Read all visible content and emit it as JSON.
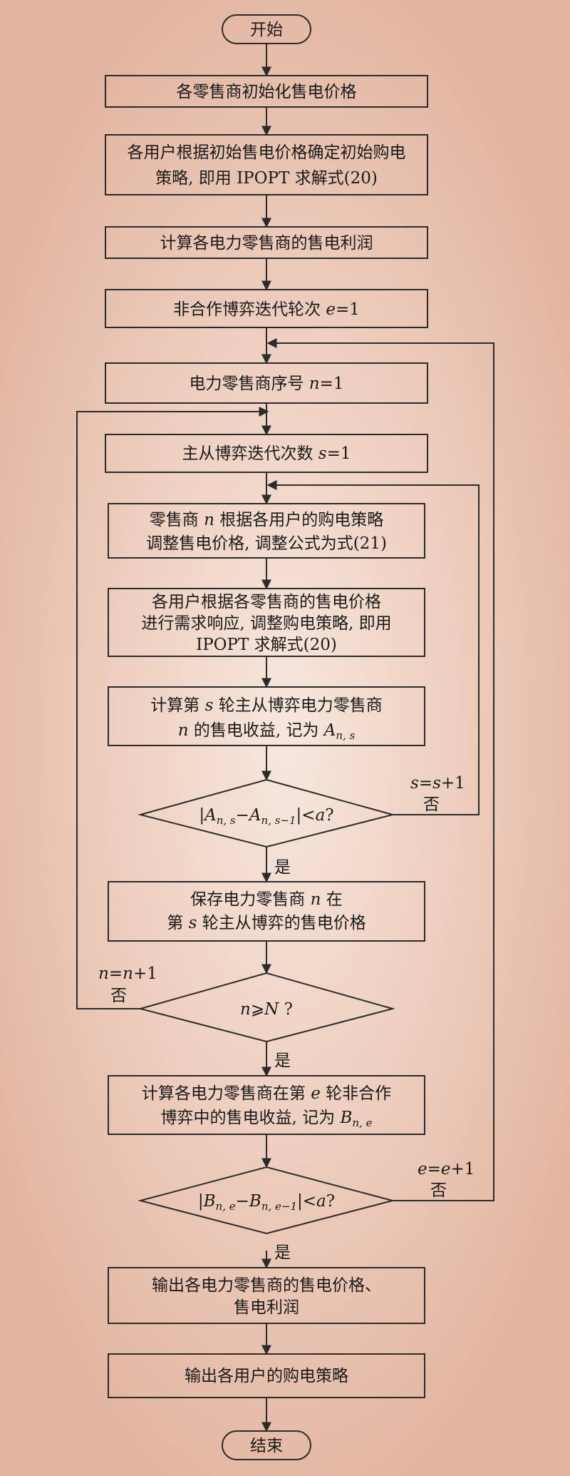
{
  "flowchart": {
    "start": "开始",
    "end": "结束",
    "yes": "是",
    "no": "否",
    "steps": {
      "init_price": "各零售商初始化售电价格",
      "user_initial_1": "各用户根据初始售电价格确定初始购电",
      "user_initial_2a": "策略, 即用 ",
      "user_initial_2b": "IPOPT",
      "user_initial_2c": " 求解式(20)",
      "calc_profit": "计算各电力零售商的售电利润",
      "init_e_a": "非合作博弈迭代轮次 ",
      "init_e_var": "e",
      "init_e_b": "=1",
      "init_n_a": "电力零售商序号 ",
      "init_n_var": "n",
      "init_n_b": "=1",
      "init_s_a": "主从博弈迭代次数 ",
      "init_s_var": "s",
      "init_s_b": "=1",
      "adjust_1a": "零售商 ",
      "adjust_1var": "n",
      "adjust_1b": " 根据各用户的购电策略",
      "adjust_2": "调整售电价格, 调整公式为式(21)",
      "respond_1": "各用户根据各零售商的售电价格",
      "respond_2": "进行需求响应, 调整购电策略, 即用",
      "respond_3": "IPOPT 求解式(20)",
      "revenue_1a": "计算第 ",
      "revenue_1var": "s",
      "revenue_1b": " 轮主从博弈电力零售商",
      "revenue_2var": "n",
      "revenue_2a": " 的售电收益, 记为 ",
      "revenue_2A": "A",
      "revenue_2sub": "n, s",
      "save_1a": "保存电力零售商 ",
      "save_1var": "n",
      "save_1b": " 在",
      "save_2a": "第 ",
      "save_2var": "s",
      "save_2b": " 轮主从博弈的售电价格",
      "noncoop_1a": "计算各电力零售商在第 ",
      "noncoop_1var": "e",
      "noncoop_1b": " 轮非合作",
      "noncoop_2a": "博弈中的售电收益, 记为 ",
      "noncoop_2B": "B",
      "noncoop_2sub": "n, e",
      "output_1": "输出各电力零售商的售电价格、",
      "output_2": "售电利润",
      "output_users": "输出各用户的购电策略"
    },
    "decisions": {
      "cond_s": {
        "bar": "|",
        "A1": "A",
        "sub1": "n, s",
        "minus": "−",
        "A2": "A",
        "sub2": "n, s−1",
        "tail": "|<",
        "a": "a",
        "q": "?"
      },
      "cond_n": {
        "n": "n",
        "ge": "⩾",
        "N": "N",
        "q": " ?"
      },
      "cond_e": {
        "bar": "|",
        "B1": "B",
        "sub1": "n, e",
        "minus": "−",
        "B2": "B",
        "sub2": "n, e−1",
        "tail": "|<",
        "a": "a",
        "q": "?"
      }
    },
    "loop_labels": {
      "s_var": "s",
      "s_eq": "=",
      "s_var2": "s",
      "s_plus": "+1",
      "n_var": "n",
      "n_eq": "=",
      "n_var2": "n",
      "n_plus": "+1",
      "e_var": "e",
      "e_eq": "=",
      "e_var2": "e",
      "e_plus": "+1"
    }
  }
}
